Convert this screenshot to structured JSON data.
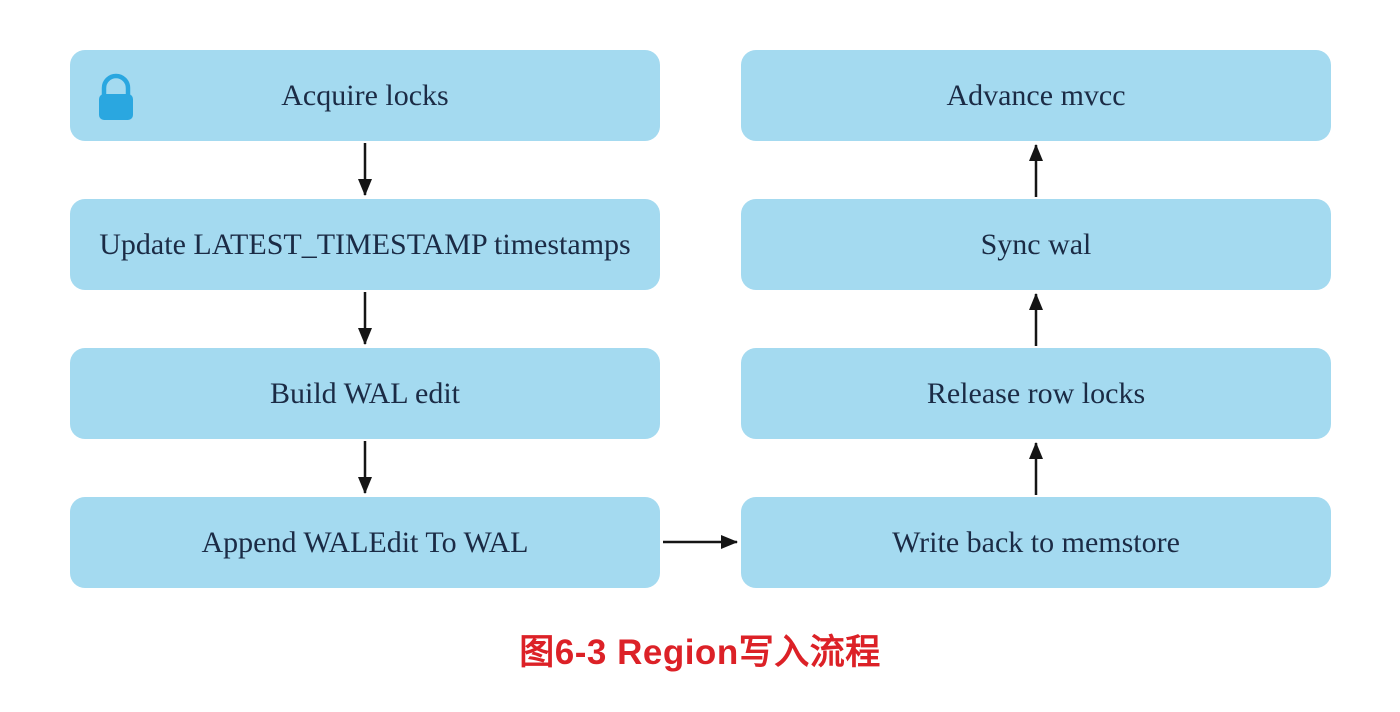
{
  "figure": {
    "caption": "图6-3 Region写入流程"
  },
  "flowchart": {
    "left_column": [
      {
        "id": "acquire-locks",
        "label": "Acquire locks",
        "icon": "lock-icon"
      },
      {
        "id": "update-latest-timestamp",
        "label": "Update LATEST_TIMESTAMP timestamps"
      },
      {
        "id": "build-wal-edit",
        "label": "Build WAL edit"
      },
      {
        "id": "append-waledit-to-wal",
        "label": "Append WALEdit To WAL"
      }
    ],
    "right_column": [
      {
        "id": "advance-mvcc",
        "label": "Advance mvcc"
      },
      {
        "id": "sync-wal",
        "label": "Sync wal"
      },
      {
        "id": "release-row-locks",
        "label": "Release row locks"
      },
      {
        "id": "write-back-to-memstore",
        "label": "Write back to memstore"
      }
    ],
    "edges": [
      {
        "from": "acquire-locks",
        "to": "update-latest-timestamp",
        "direction": "down"
      },
      {
        "from": "update-latest-timestamp",
        "to": "build-wal-edit",
        "direction": "down"
      },
      {
        "from": "build-wal-edit",
        "to": "append-waledit-to-wal",
        "direction": "down"
      },
      {
        "from": "append-waledit-to-wal",
        "to": "write-back-to-memstore",
        "direction": "right"
      },
      {
        "from": "write-back-to-memstore",
        "to": "release-row-locks",
        "direction": "up"
      },
      {
        "from": "release-row-locks",
        "to": "sync-wal",
        "direction": "up"
      },
      {
        "from": "sync-wal",
        "to": "advance-mvcc",
        "direction": "up"
      }
    ]
  },
  "colors": {
    "box_fill": "#a4daf0",
    "box_text": "#1b2b45",
    "arrow": "#151515",
    "caption": "#dc2127",
    "lock": "#2aa7e0",
    "bg": "#ffffff"
  }
}
